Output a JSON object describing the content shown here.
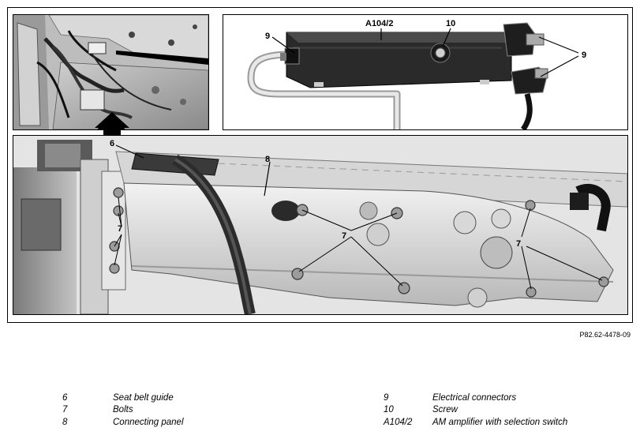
{
  "callouts": {
    "seat_belt_guide": "6",
    "bolts": "7",
    "connecting_panel": "8",
    "electrical_connectors": "9",
    "screw": "10",
    "amplifier": "A104/2"
  },
  "figure_id": "P82.62-4478-09",
  "legend": {
    "left": [
      {
        "num": "6",
        "desc": "Seat belt guide"
      },
      {
        "num": "7",
        "desc": "Bolts"
      },
      {
        "num": "8",
        "desc": "Connecting panel"
      }
    ],
    "right": [
      {
        "num": "9",
        "desc": "Electrical connectors"
      },
      {
        "num": "10",
        "desc": "Screw"
      },
      {
        "num": "A104/2",
        "desc": "AM amplifier with selection switch"
      }
    ]
  }
}
